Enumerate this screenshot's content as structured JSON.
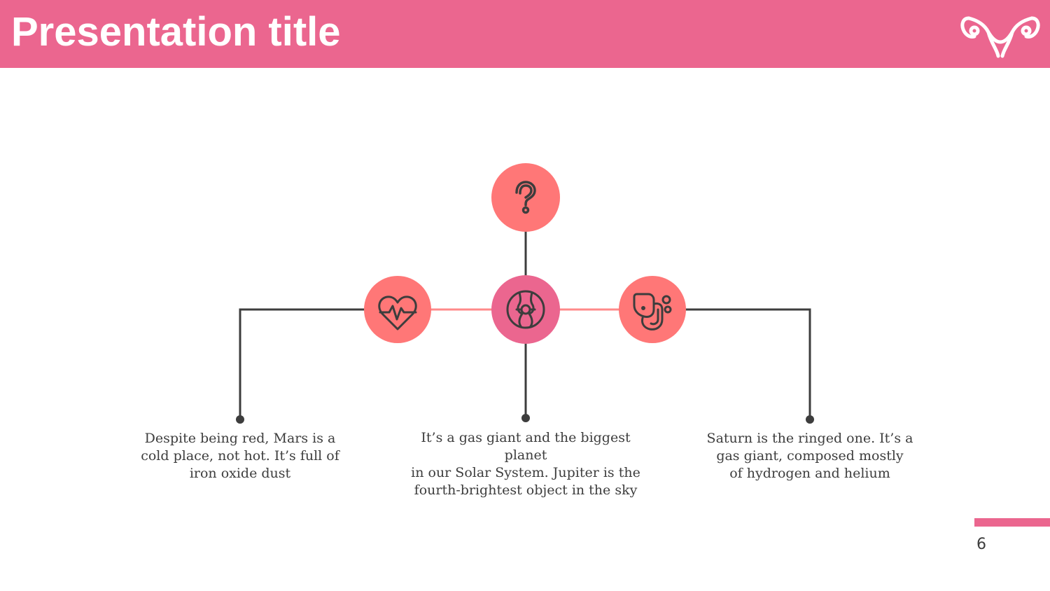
{
  "slide": {
    "title": "Presentation title",
    "page_number": "6"
  },
  "colors": {
    "header": "#eb668f",
    "circle_coral": "#ff7777",
    "circle_pink": "#eb668f",
    "line_dark": "#3d3d3d",
    "line_light": "#ff8a8a"
  },
  "nodes": [
    {
      "id": "top",
      "icon": "question-icon"
    },
    {
      "id": "left",
      "icon": "heart-pulse-icon"
    },
    {
      "id": "center",
      "icon": "uterus-knot-icon"
    },
    {
      "id": "right",
      "icon": "stomach-icon"
    }
  ],
  "descriptions": {
    "left": [
      "Despite being red, Mars is a",
      "cold place, not hot. It’s full of",
      "iron oxide dust"
    ],
    "center": [
      "It’s a gas giant and the biggest planet",
      "in our Solar System. Jupiter is the",
      "fourth-brightest object in the sky"
    ],
    "right": [
      "Saturn is the ringed one. It’s a",
      "gas giant, composed mostly",
      "of hydrogen and helium"
    ]
  },
  "logo_icon": "uterus-icon"
}
